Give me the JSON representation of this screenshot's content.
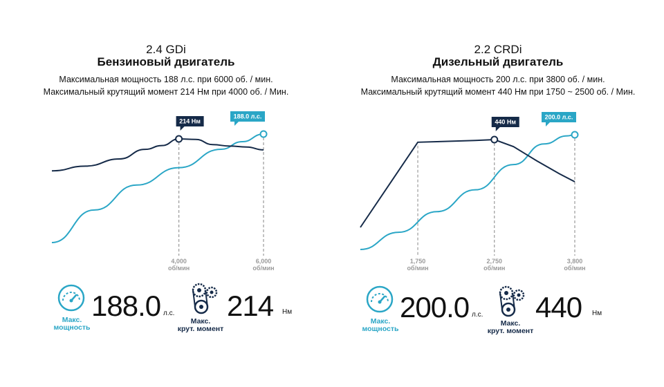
{
  "colors": {
    "torque": "#152a48",
    "power": "#2aa6c6",
    "guide": "#9a9a9a"
  },
  "icons": {
    "power_icon": "speedometer-icon",
    "torque_icon": "belt-drive-icon"
  },
  "engines": [
    {
      "model": "2.4 GDi",
      "engine": "Бензиновый двигатель",
      "spec_power": "Максимальная мощность 188 л.с. при 6000 об. / мин.",
      "spec_torque": "Максимальный крутящий момент 214 Нм при 4000 об. / Мин.",
      "stat": {
        "power_value": "188.0",
        "power_unit": "л.с.",
        "power_label_1": "Макс.",
        "power_label_2": "мощность",
        "torque_value": "214",
        "torque_unit": "Нм",
        "torque_label_1": "Макс.",
        "torque_label_2": "крут. момент"
      }
    },
    {
      "model": "2.2 CRDi",
      "engine": "Дизельный двигатель",
      "spec_power": "Максимальная мощность 200 л.с. при 3800 об. / мин.",
      "spec_torque": "Максимальный крутящий момент 440 Нм при 1750 ~ 2500 об. / Мин.",
      "stat": {
        "power_value": "200.0",
        "power_unit": "л.с.",
        "power_label_1": "Макс.",
        "power_label_2": "мощность",
        "torque_value": "440",
        "torque_unit": "Нм",
        "torque_label_1": "Макс.",
        "torque_label_2": "крут. момент"
      }
    }
  ],
  "chart_data": [
    {
      "type": "line",
      "x_unit": "об/мин",
      "xlim": [
        1000,
        6000
      ],
      "series": [
        {
          "key": "torque",
          "x": [
            1000,
            1800,
            2600,
            3200,
            3600,
            4000,
            4400,
            4800,
            5200,
            5600,
            6000
          ],
          "y": [
            0.33,
            0.43,
            0.58,
            0.78,
            0.86,
            1.0,
            0.99,
            0.88,
            0.85,
            0.83,
            0.77
          ]
        },
        {
          "key": "power",
          "x": [
            1000,
            2000,
            3000,
            4000,
            5000,
            5500,
            6000
          ],
          "y": [
            0.0,
            0.3,
            0.53,
            0.69,
            0.86,
            0.93,
            1.0
          ]
        }
      ],
      "torque_peak": {
        "x": 4000,
        "label": "214 Нм"
      },
      "power_peak": {
        "x": 6000,
        "label": "188.0 л.с."
      },
      "ticks": [
        {
          "x": 4000,
          "value": "4,000",
          "unit": "об/мин"
        },
        {
          "x": 6000,
          "value": "6,000",
          "unit": "об/мин"
        }
      ]
    },
    {
      "type": "line",
      "x_unit": "об/мин",
      "xlim": [
        1000,
        3800
      ],
      "series": [
        {
          "key": "torque",
          "x": [
            1000,
            1750,
            2500,
            2750,
            3000,
            3300,
            3600,
            3800
          ],
          "y": [
            0.0,
            0.97,
            0.99,
            1.0,
            0.92,
            0.76,
            0.61,
            0.52
          ]
        },
        {
          "key": "power",
          "x": [
            1000,
            1500,
            2000,
            2500,
            3000,
            3400,
            3700,
            3800
          ],
          "y": [
            0.0,
            0.15,
            0.33,
            0.52,
            0.74,
            0.92,
            0.99,
            1.0
          ]
        }
      ],
      "torque_peak": {
        "x": 2750,
        "label": "440 Нм"
      },
      "power_peak": {
        "x": 3800,
        "label": "200.0 л.с."
      },
      "ticks": [
        {
          "x": 1750,
          "value": "1,750",
          "unit": "об/мин"
        },
        {
          "x": 2750,
          "value": "2,750",
          "unit": "об/мин"
        },
        {
          "x": 3800,
          "value": "3,800",
          "unit": "об/мин"
        }
      ]
    }
  ]
}
